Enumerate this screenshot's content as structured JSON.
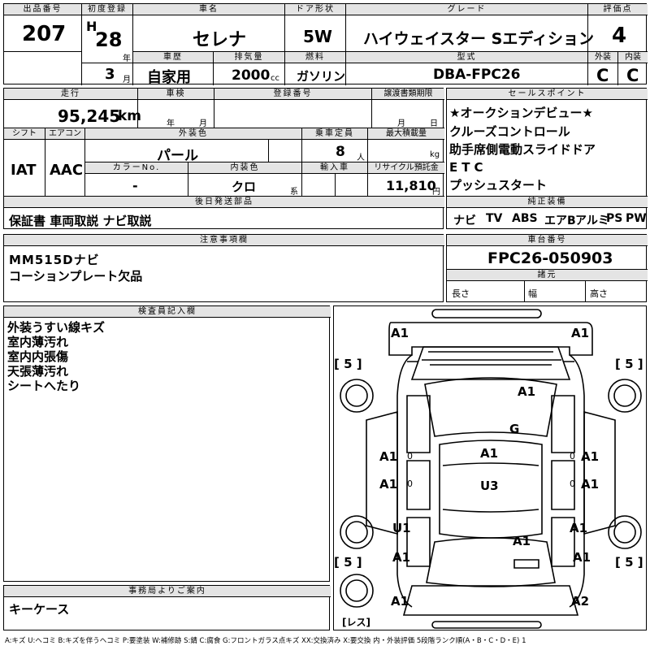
{
  "header": {
    "lot_no_label": "出品番号",
    "lot_no": "207",
    "first_reg_label": "初度登録",
    "era": "H",
    "year": "28",
    "year_unit": "年",
    "month": "3",
    "month_unit": "月",
    "car_name_label": "車名",
    "car_name": "セレナ",
    "door_label": "ドア形状",
    "door": "5W",
    "grade_label": "グレード",
    "grade": "ハイウェイスター Sエディション",
    "score_label": "評価点",
    "score": "4",
    "history_label": "車歴",
    "history": "自家用",
    "displacement_label": "排気量",
    "displacement": "2000",
    "displacement_unit": "cc",
    "fuel_label": "燃料",
    "fuel": "ガソリン",
    "model_label": "型式",
    "model": "DBA-FPC26",
    "ext_grade_label": "外装",
    "ext_grade": "C",
    "int_grade_label": "内装",
    "int_grade": "C"
  },
  "row2": {
    "mileage_label": "走行",
    "mileage": "95,245",
    "mileage_unit": "km",
    "inspection_label": "車検",
    "inspection_year_unit": "年",
    "inspection_month_unit": "月",
    "reg_no_label": "登録番号",
    "transfer_label": "譲渡書類期限",
    "transfer_month_unit": "月",
    "transfer_day_unit": "日",
    "shift_label": "シフト",
    "shift": "IAT",
    "ac_label": "エアコン",
    "ac": "AAC",
    "color_label": "外装色",
    "color": "パール",
    "seats_label": "乗車定員",
    "seats": "8",
    "seats_unit": "人",
    "load_label": "最大積載量",
    "load_unit": "kg",
    "color_no_label": "カラーNo.",
    "color_no": "-",
    "int_color_label": "内装色",
    "int_color": "クロ",
    "int_color_unit": "系",
    "import_label": "輸入車",
    "recycle_label": "リサイクル預託金",
    "recycle": "11,810",
    "recycle_unit": "円",
    "later_label": "後日発送部品",
    "later": "保証書 車両取説 ナビ取説"
  },
  "sales_points": {
    "label": "セールスポイント",
    "items": [
      "★オークションデビュー★",
      "クルーズコントロール",
      "助手席側電動スライドドア",
      "ETC",
      "プッシュスタート"
    ]
  },
  "equipment": {
    "label": "純正装備",
    "items": [
      "ナビ",
      "TV",
      "ABS",
      "エアB",
      "アルミ",
      "PS",
      "PW"
    ]
  },
  "notes": {
    "label": "注意事項欄",
    "lines": [
      "MM515Dナビ",
      "コーションプレート欠品"
    ]
  },
  "chassis": {
    "label": "車台番号",
    "value": "FPC26-050903"
  },
  "specs": {
    "label": "諸元",
    "length": "長さ",
    "width": "幅",
    "height": "高さ"
  },
  "inspector": {
    "label": "検査員記入欄",
    "lines": [
      "外装うすい線キズ",
      "室内薄汚れ",
      "室内内張傷",
      "天張薄汚れ",
      "シートへたり"
    ]
  },
  "office": {
    "label": "事務局よりご案内",
    "text": "キーケース"
  },
  "diagram": {
    "marks": [
      "A1",
      "A1",
      "A1",
      "G",
      "A1",
      "A1",
      "A1",
      "A1",
      "U3",
      "A1",
      "A1",
      "U1",
      "A1",
      "A1",
      "A1",
      "A1",
      "A2"
    ],
    "brackets": [
      "[ 5 ]",
      "[ 5 ]",
      "[ 5 ]",
      "[ 5 ]"
    ],
    "zeros": [
      "0",
      "0",
      "0",
      "0"
    ],
    "spare": "[レス]"
  },
  "legend": "A:キズ U:ヘコミ B:キズを伴うヘコミ P:要塗装 W:補修跡 S:錆 C:腐食 G:フロントガラス点キズ XX:交換済み X:要交換 内・外装評価 5段階ランク順(A・B・C・D・E) 1"
}
